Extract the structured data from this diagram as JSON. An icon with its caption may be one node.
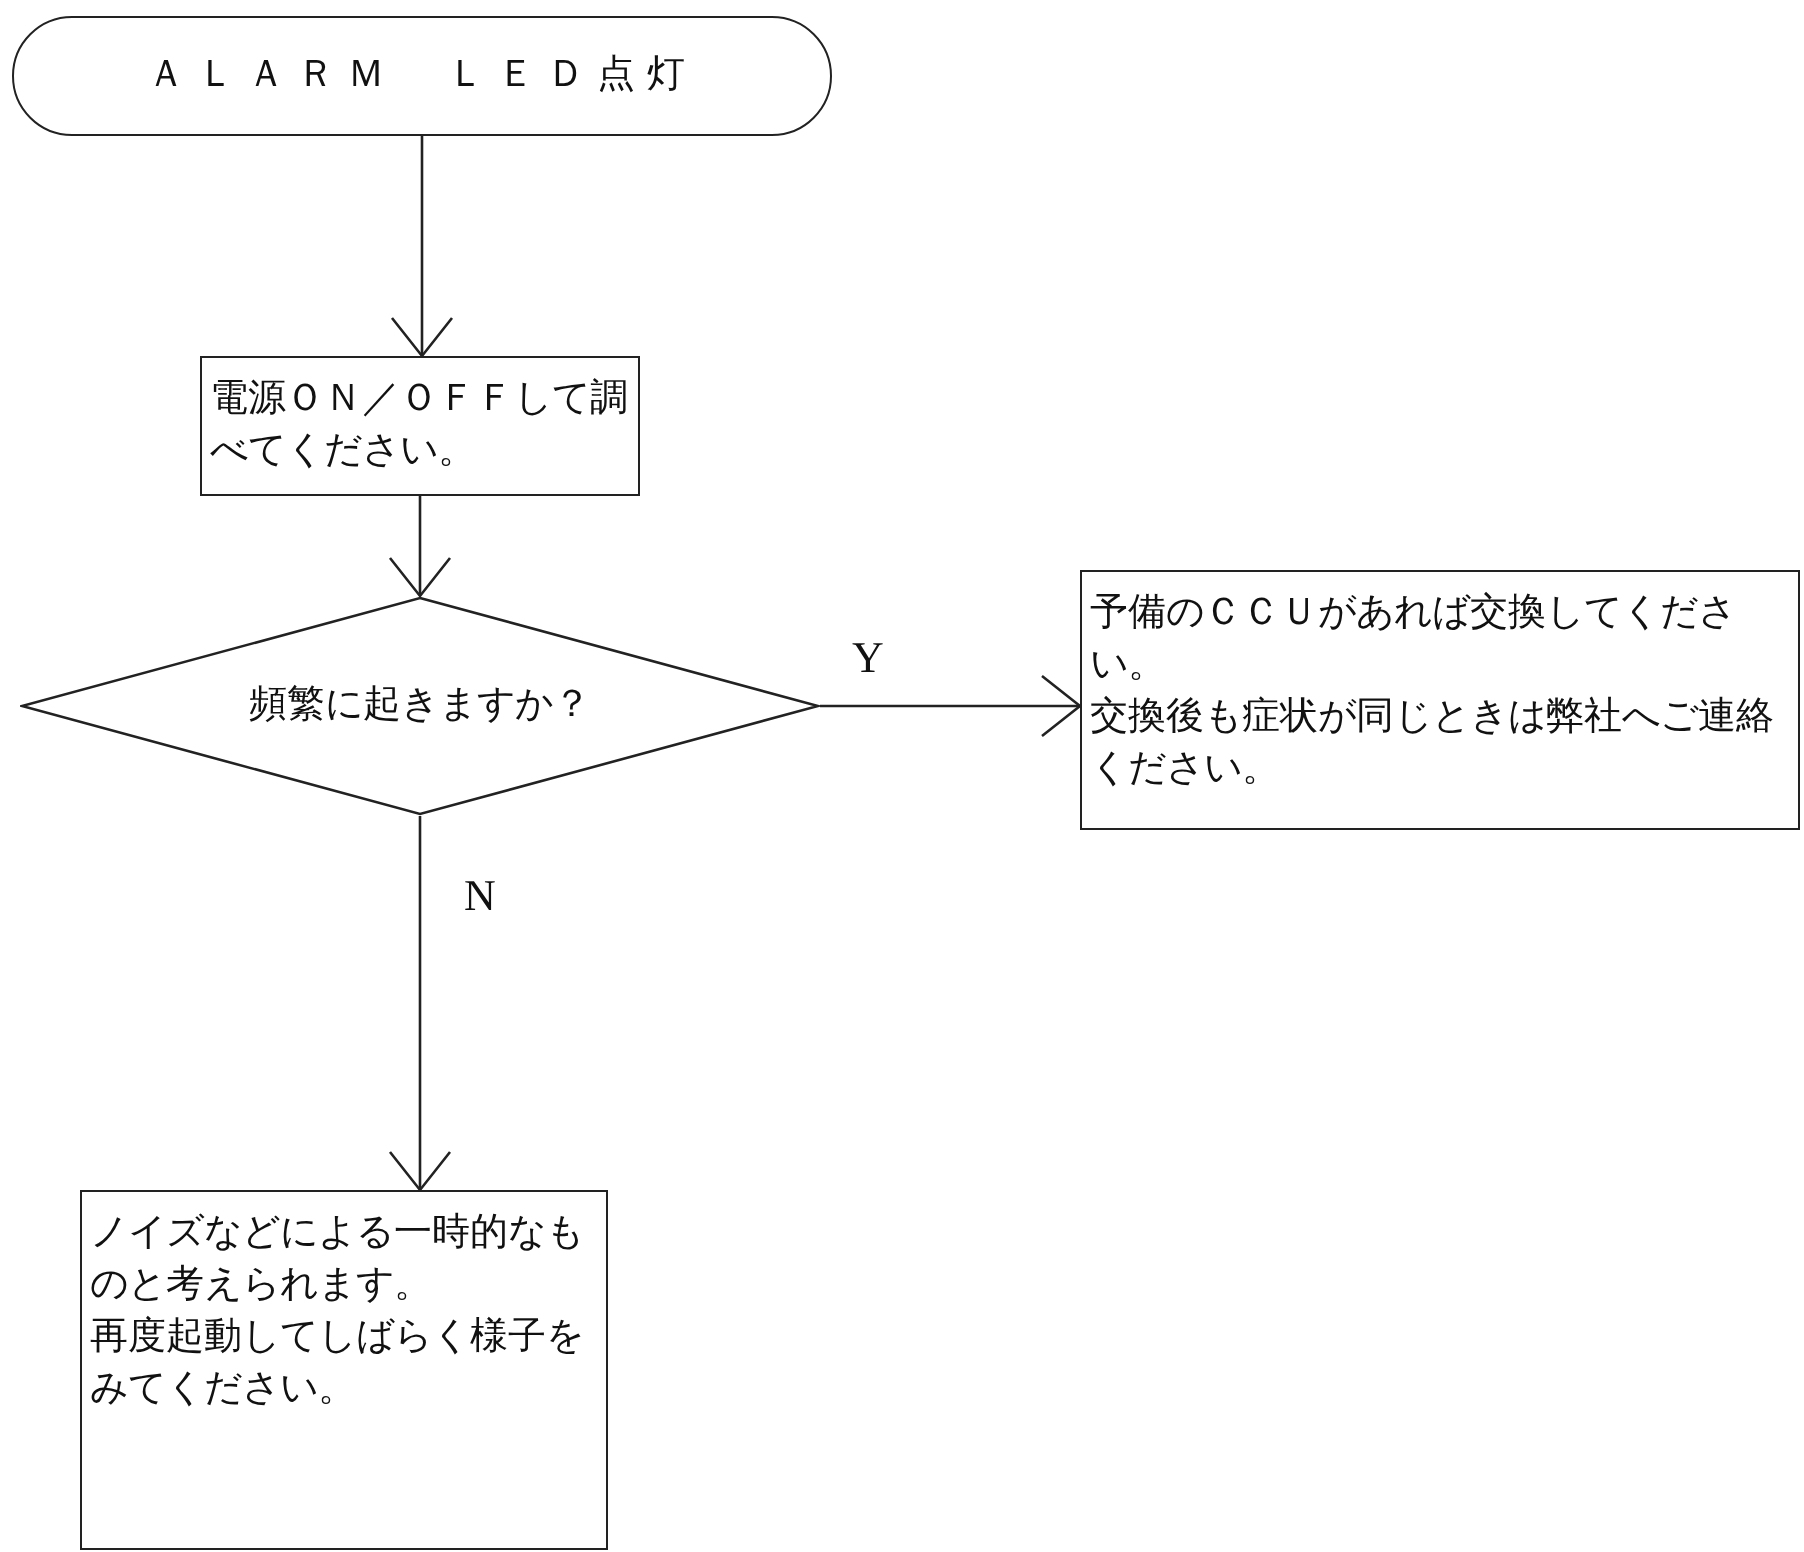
{
  "diagram": {
    "nodes": [
      {
        "text": [
          "ＡＬＡＲＭ　ＬＥＤ点灯"
        ]
      },
      {
        "text": [
          "電源ＯＮ／ＯＦＦして調べてください。"
        ]
      },
      {
        "text": [
          "頻繁に起きますか？"
        ]
      },
      {
        "text": [
          "予備のＣＣＵがあれば交換してください。",
          "交換後も症状が同じときは弊社へご連絡ください。"
        ]
      },
      {
        "text": [
          "ノイズなどによる一時的なものと考えられます。",
          "再度起動してしばらく様子をみてください。"
        ]
      }
    ],
    "edges": [
      {
        "from": 0,
        "to": 1,
        "arrow": "to"
      },
      {
        "from": 1,
        "to": 2,
        "arrow": "to"
      },
      {
        "from": 2,
        "to": 3,
        "arrow": "to",
        "label": "Y"
      },
      {
        "from": 2,
        "to": 4,
        "arrow": "to",
        "label": "N"
      }
    ]
  }
}
